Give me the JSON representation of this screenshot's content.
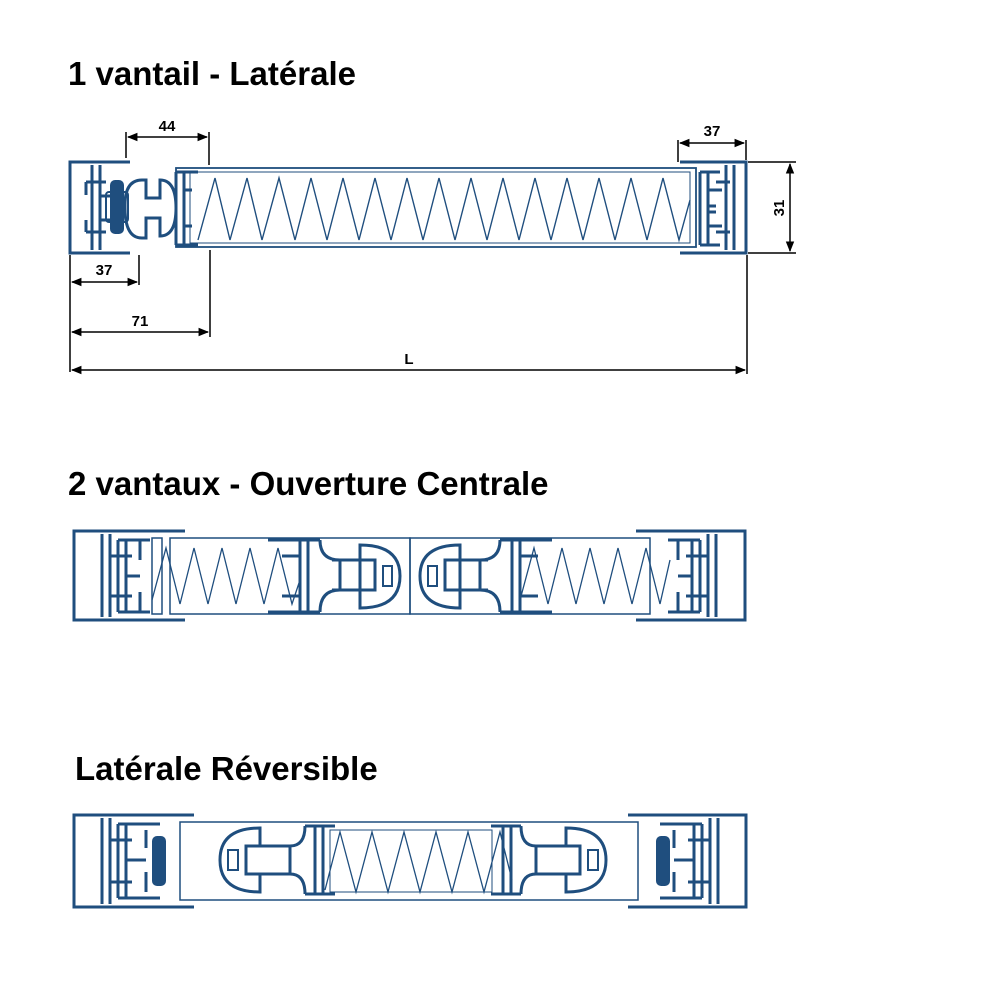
{
  "sections": [
    {
      "title": "1 vantail - Latérale"
    },
    {
      "title": "2 vantaux - Ouverture Centrale"
    },
    {
      "title": "Latérale Réversible"
    }
  ],
  "dimensions": {
    "d44": "44",
    "d37_top": "37",
    "d31": "31",
    "d37_bottom": "37",
    "d71": "71",
    "dL": "L"
  },
  "colors": {
    "profile": "#1f4e7e",
    "dimension": "#000000",
    "background": "#ffffff"
  }
}
